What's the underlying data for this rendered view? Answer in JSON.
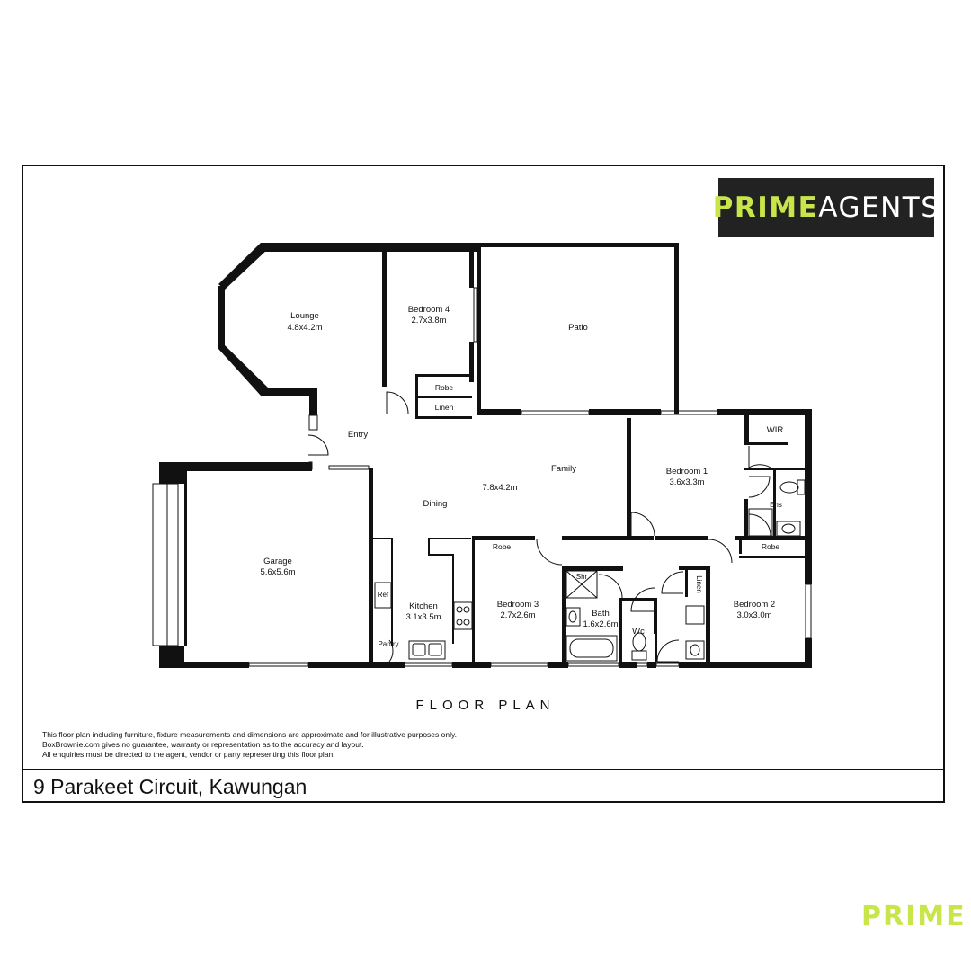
{
  "brand": {
    "name_part1": "PRIME",
    "name_part2": "AGENTS",
    "accent_color": "#c8e64a",
    "watermark": "PRIME"
  },
  "plan": {
    "caption": "FLOOR PLAN",
    "rooms": {
      "lounge": {
        "name": "Lounge",
        "size": "4.8x4.2m"
      },
      "bedroom4": {
        "name": "Bedroom 4",
        "size": "2.7x3.8m"
      },
      "patio": {
        "name": "Patio"
      },
      "robe_b4": {
        "name": "Robe"
      },
      "linen_1": {
        "name": "Linen"
      },
      "entry": {
        "name": "Entry"
      },
      "family": {
        "name": "Family"
      },
      "family_size": {
        "size": "7.8x4.2m"
      },
      "dining": {
        "name": "Dining"
      },
      "wir": {
        "name": "WIR"
      },
      "bedroom1": {
        "name": "Bedroom 1",
        "size": "3.6x3.3m"
      },
      "ens": {
        "name": "Ens"
      },
      "garage": {
        "name": "Garage",
        "size": "5.6x5.6m"
      },
      "robe_b3": {
        "name": "Robe"
      },
      "robe_b2": {
        "name": "Robe"
      },
      "shr": {
        "name": "Shr"
      },
      "linen_2": {
        "name": "Linen"
      },
      "ref": {
        "name": "Ref"
      },
      "kitchen": {
        "name": "Kitchen",
        "size": "3.1x3.5m"
      },
      "bedroom3": {
        "name": "Bedroom 3",
        "size": "2.7x2.6m"
      },
      "bath": {
        "name": "Bath",
        "size": "1.6x2.6m"
      },
      "wc": {
        "name": "Wc"
      },
      "bedroom2": {
        "name": "Bedroom 2",
        "size": "3.0x3.0m"
      },
      "pantry": {
        "name": "Pantry"
      }
    }
  },
  "disclaimer": [
    "This floor plan including furniture, fixture measurements and dimensions are approximate and for illustrative purposes only.",
    "BoxBrownie.com gives no guarantee, warranty or representation as to the accuracy and layout.",
    "All enquiries must be directed to the agent, vendor or party representing this floor plan."
  ],
  "address": "9 Parakeet Circuit, Kawungan"
}
